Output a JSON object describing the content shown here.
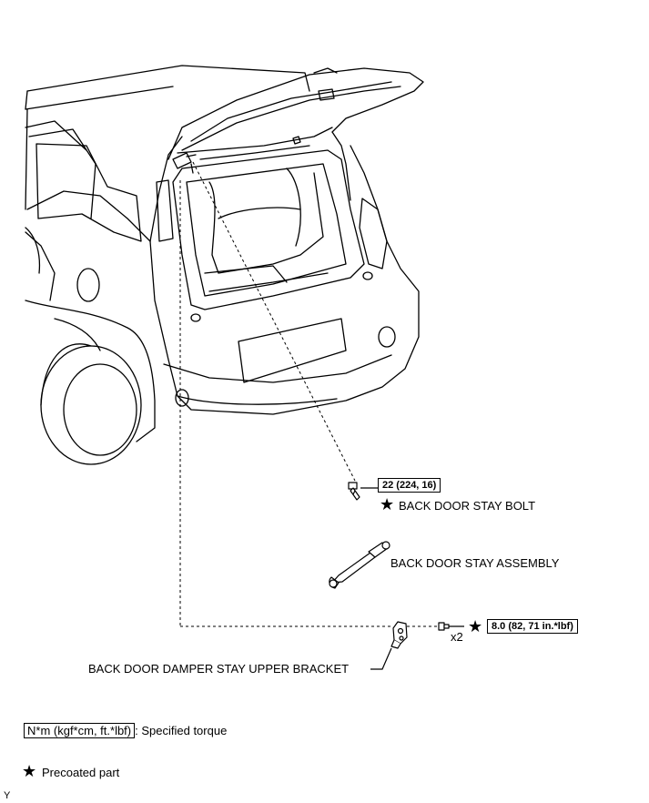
{
  "parts": {
    "stay_bolt": {
      "label": "BACK DOOR STAY BOLT",
      "torque": "22 (224, 16)"
    },
    "stay_assembly": {
      "label": "BACK DOOR STAY ASSEMBLY"
    },
    "upper_bracket": {
      "label": "BACK DOOR DAMPER STAY UPPER BRACKET",
      "torque": "8.0 (82, 71 in.*lbf)",
      "quantity": "x2"
    }
  },
  "legend": {
    "torque_unit": "N*m (kgf*cm, ft.*lbf)",
    "torque_text": ": Specified torque",
    "precoated_text": "Precoated part"
  },
  "corner_mark": "Y",
  "icons": {
    "star": "star-icon"
  }
}
